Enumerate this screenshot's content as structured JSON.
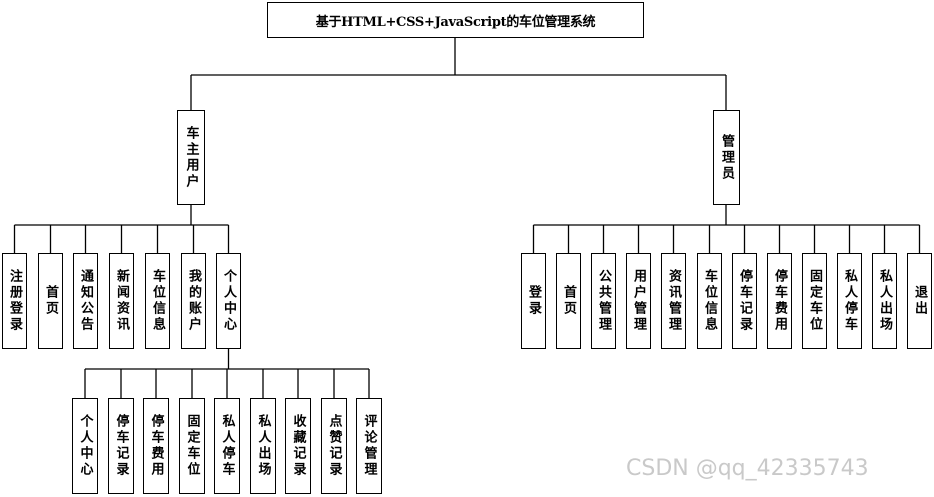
{
  "title": "基于HTML+CSS+JavaScript的车位管理系统",
  "owner": {
    "role": "车主用户",
    "items": [
      "注册登录",
      "首页",
      "通知公告",
      "新闻资讯",
      "车位信息",
      "我的账户",
      "个人中心"
    ],
    "personal_center_items": [
      "个人中心",
      "停车记录",
      "停车费用",
      "固定车位",
      "私人停车",
      "私人出场",
      "收藏记录",
      "点赞记录",
      "评论管理"
    ]
  },
  "admin": {
    "role": "管理员",
    "items": [
      "登录",
      "首页",
      "公共管理",
      "用户管理",
      "资讯管理",
      "车位信息",
      "停车记录",
      "停车费用",
      "固定车位",
      "私人停车",
      "私人出场",
      "退出"
    ]
  },
  "watermark": "CSDN @qq_42335743"
}
